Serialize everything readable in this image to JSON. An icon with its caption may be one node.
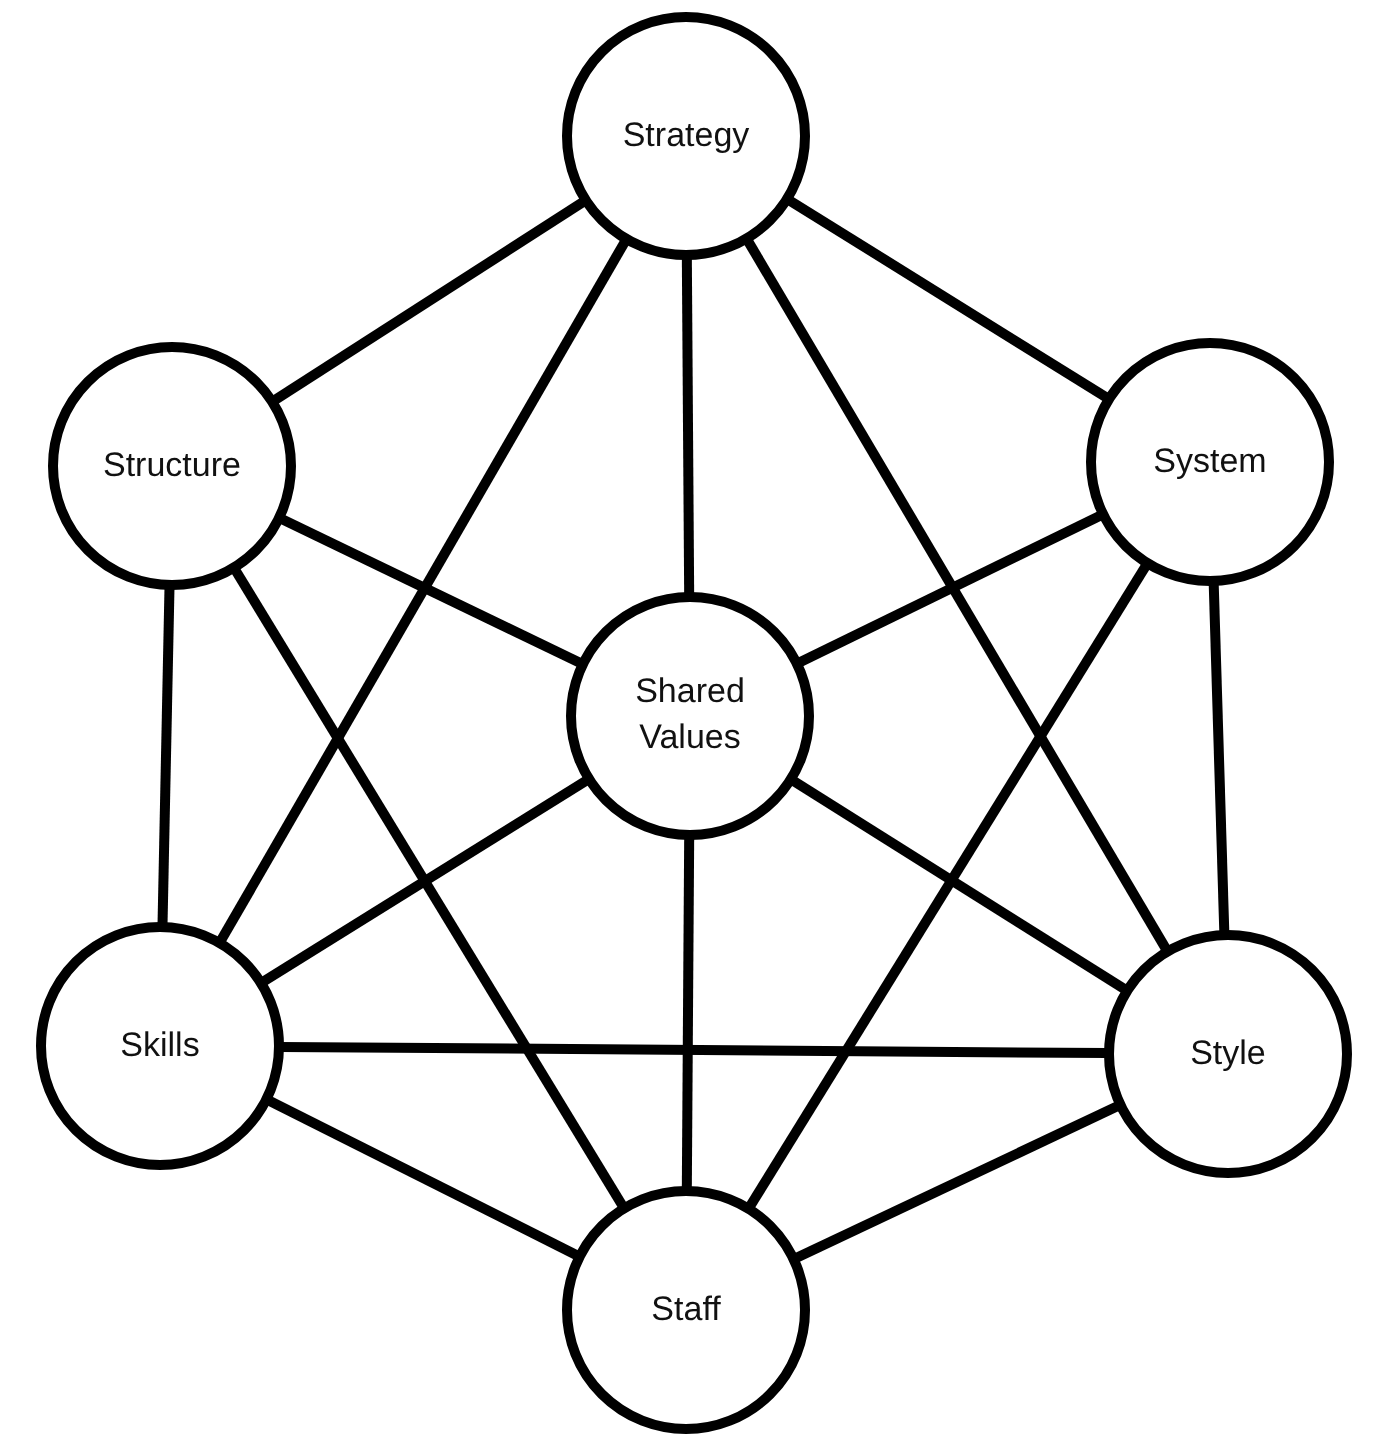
{
  "diagram": {
    "nodes": [
      {
        "text": [
          "Strategy"
        ]
      },
      {
        "text": [
          "Structure"
        ]
      },
      {
        "text": [
          "System"
        ]
      },
      {
        "text": [
          "Shared Values"
        ]
      },
      {
        "text": [
          "Skills"
        ]
      },
      {
        "text": [
          "Style"
        ]
      },
      {
        "text": [
          "Staff"
        ]
      }
    ],
    "edges": [
      {
        "from": 0,
        "to": 1,
        "arrow": "none"
      },
      {
        "from": 0,
        "to": 2,
        "arrow": "none"
      },
      {
        "from": 0,
        "to": 3,
        "arrow": "none"
      },
      {
        "from": 0,
        "to": 4,
        "arrow": "none"
      },
      {
        "from": 0,
        "to": 5,
        "arrow": "none"
      },
      {
        "from": 1,
        "to": 3,
        "arrow": "none"
      },
      {
        "from": 1,
        "to": 4,
        "arrow": "none"
      },
      {
        "from": 1,
        "to": 6,
        "arrow": "none"
      },
      {
        "from": 2,
        "to": 3,
        "arrow": "none"
      },
      {
        "from": 2,
        "to": 5,
        "arrow": "none"
      },
      {
        "from": 2,
        "to": 6,
        "arrow": "none"
      },
      {
        "from": 3,
        "to": 4,
        "arrow": "none"
      },
      {
        "from": 3,
        "to": 5,
        "arrow": "none"
      },
      {
        "from": 3,
        "to": 6,
        "arrow": "none"
      },
      {
        "from": 4,
        "to": 5,
        "arrow": "none"
      },
      {
        "from": 4,
        "to": 6,
        "arrow": "none"
      },
      {
        "from": 5,
        "to": 6,
        "arrow": "none"
      }
    ]
  }
}
